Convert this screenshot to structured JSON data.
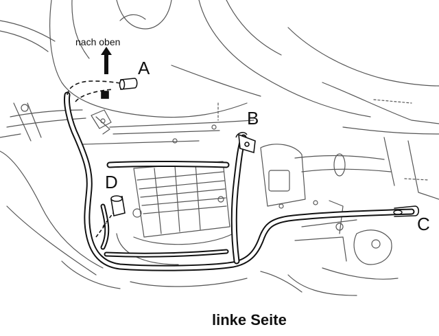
{
  "annotations": {
    "direction_note": "nach oben",
    "callout_a": "A",
    "callout_b": "B",
    "callout_c": "C",
    "callout_d": "D"
  },
  "caption": "linke Seite",
  "colors": {
    "line": "#111111",
    "light_line": "#555555",
    "background": "#ffffff"
  },
  "icons": {
    "direction_arrow": "arrow-up-icon",
    "mount_bolt": "bolt-icon"
  }
}
